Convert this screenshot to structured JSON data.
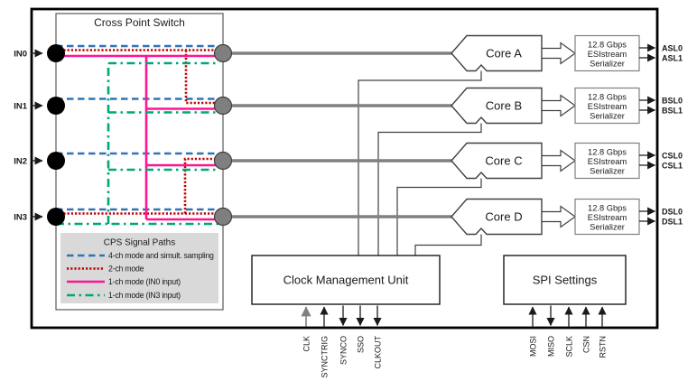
{
  "colors": {
    "path_blue": "#2E75B6",
    "path_red": "#C00000",
    "path_pink": "#FF1493",
    "path_green": "#00A878",
    "legend_bg": "#D9D9D9",
    "serializer_text": "#595959",
    "node_in": "#000000",
    "node_out": "#7F7F7F"
  },
  "cps": {
    "title": "Cross Point Switch",
    "inputs": [
      {
        "label": "IN0"
      },
      {
        "label": "IN1"
      },
      {
        "label": "IN2"
      },
      {
        "label": "IN3"
      }
    ],
    "legend": {
      "title": "CPS Signal Paths",
      "items": [
        {
          "label": "4-ch mode and simult. sampling",
          "style": "dashed",
          "color": "#2E75B6"
        },
        {
          "label": "2-ch mode",
          "style": "dotted",
          "color": "#C00000"
        },
        {
          "label": "1-ch mode (IN0 input)",
          "style": "solid",
          "color": "#FF1493"
        },
        {
          "label": "1-ch mode (IN3 input)",
          "style": "dash-dot",
          "color": "#00A878"
        }
      ]
    }
  },
  "cores": [
    {
      "label": "Core A",
      "serializer": [
        "12.8 Gbps",
        "ESIstream",
        "Serializer"
      ],
      "outputs": [
        "ASL0",
        "ASL1"
      ]
    },
    {
      "label": "Core B",
      "serializer": [
        "12.8 Gbps",
        "ESIstream",
        "Serializer"
      ],
      "outputs": [
        "BSL0",
        "BSL1"
      ]
    },
    {
      "label": "Core C",
      "serializer": [
        "12.8 Gbps",
        "ESIstream",
        "Serializer"
      ],
      "outputs": [
        "CSL0",
        "CSL1"
      ]
    },
    {
      "label": "Core D",
      "serializer": [
        "12.8 Gbps",
        "ESIstream",
        "Serializer"
      ],
      "outputs": [
        "DSL0",
        "DSL1"
      ]
    }
  ],
  "cmu": {
    "title": "Clock Management Unit",
    "ports": [
      {
        "label": "CLK",
        "direction": "input"
      },
      {
        "label": "SYNCTRIG",
        "direction": "input"
      },
      {
        "label": "SYNCO",
        "direction": "output"
      },
      {
        "label": "SSO",
        "direction": "output"
      },
      {
        "label": "CLKOUT",
        "direction": "output"
      }
    ]
  },
  "spi": {
    "title": "SPI Settings",
    "ports": [
      {
        "label": "MOSI",
        "direction": "input"
      },
      {
        "label": "MISO",
        "direction": "output"
      },
      {
        "label": "SCLK",
        "direction": "input"
      },
      {
        "label": "CSN",
        "direction": "input"
      },
      {
        "label": "RSTN",
        "direction": "input"
      }
    ]
  }
}
